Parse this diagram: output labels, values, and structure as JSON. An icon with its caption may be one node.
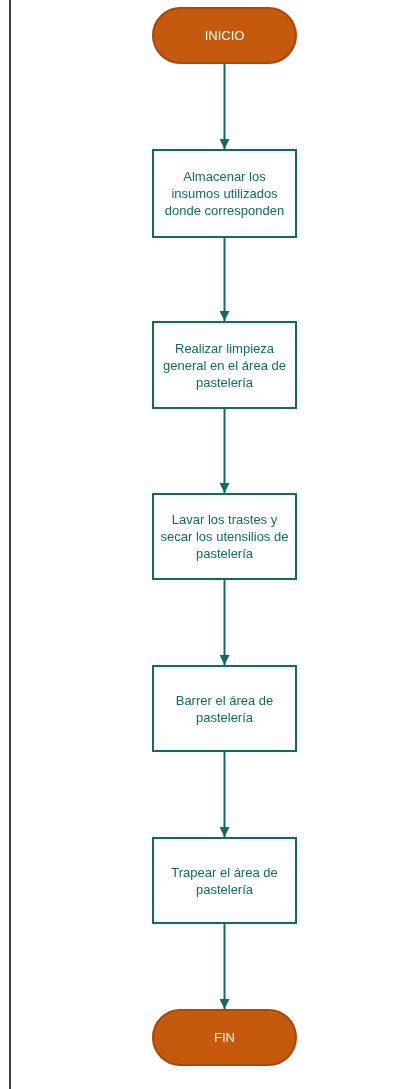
{
  "diagram": {
    "nodes": [
      {
        "text": [
          "INICIO"
        ]
      },
      {
        "text": [
          "Almacenar los insumos utilizados donde corresponden"
        ]
      },
      {
        "text": [
          "Realizar limpieza general en el área de pastelería"
        ]
      },
      {
        "text": [
          "Lavar los trastes y secar los utensilios de pastelería"
        ]
      },
      {
        "text": [
          "Barrer el área de pastelería"
        ]
      },
      {
        "text": [
          "Trapear el área de pastelería"
        ]
      },
      {
        "text": [
          "FIN"
        ]
      }
    ],
    "edges": [
      {
        "from": 0,
        "to": 1,
        "arrow": "to"
      },
      {
        "from": 1,
        "to": 2,
        "arrow": "to"
      },
      {
        "from": 2,
        "to": 3,
        "arrow": "to"
      },
      {
        "from": 3,
        "to": 4,
        "arrow": "to"
      },
      {
        "from": 4,
        "to": 5,
        "arrow": "to"
      },
      {
        "from": 5,
        "to": 6,
        "arrow": "to"
      }
    ]
  }
}
